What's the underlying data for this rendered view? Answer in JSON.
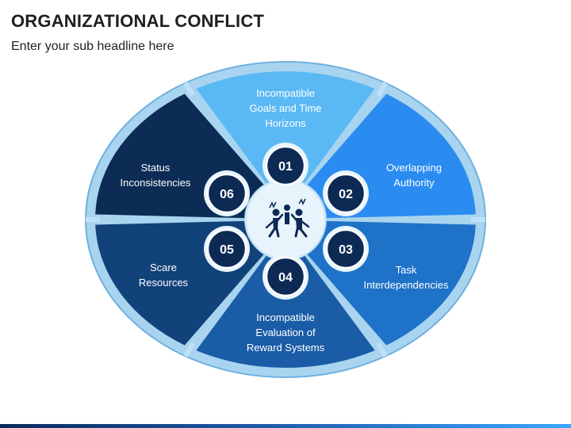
{
  "header": {
    "title": "ORGANIZATIONAL CONFLICT",
    "subtitle": "Enter your sub headline here"
  },
  "colors": {
    "ring": "#a9d4ef",
    "ring_stroke": "#6fb0df",
    "hub": "#e8f4fc",
    "badge_fill": "#0d2a55",
    "icon": "#0d2a55",
    "separator": "#bfe1f7"
  },
  "center_icon": "people-arguing-icon",
  "segments": [
    {
      "number": "01",
      "lines": [
        "Incompatible",
        "Goals and Time",
        "Horizons"
      ],
      "color": "#5ab9f5"
    },
    {
      "number": "02",
      "lines": [
        "Overlapping",
        "Authority"
      ],
      "color": "#2a8cf0"
    },
    {
      "number": "03",
      "lines": [
        "Task",
        "Interdependencies"
      ],
      "color": "#1e72c8"
    },
    {
      "number": "04",
      "lines": [
        "Incompatible",
        "Evaluation of",
        "Reward Systems"
      ],
      "color": "#1a5ca6"
    },
    {
      "number": "05",
      "lines": [
        "Scare",
        "Resources"
      ],
      "color": "#12427a"
    },
    {
      "number": "06",
      "lines": [
        "Status",
        "Inconsistencies"
      ],
      "color": "#0c2c55"
    }
  ]
}
